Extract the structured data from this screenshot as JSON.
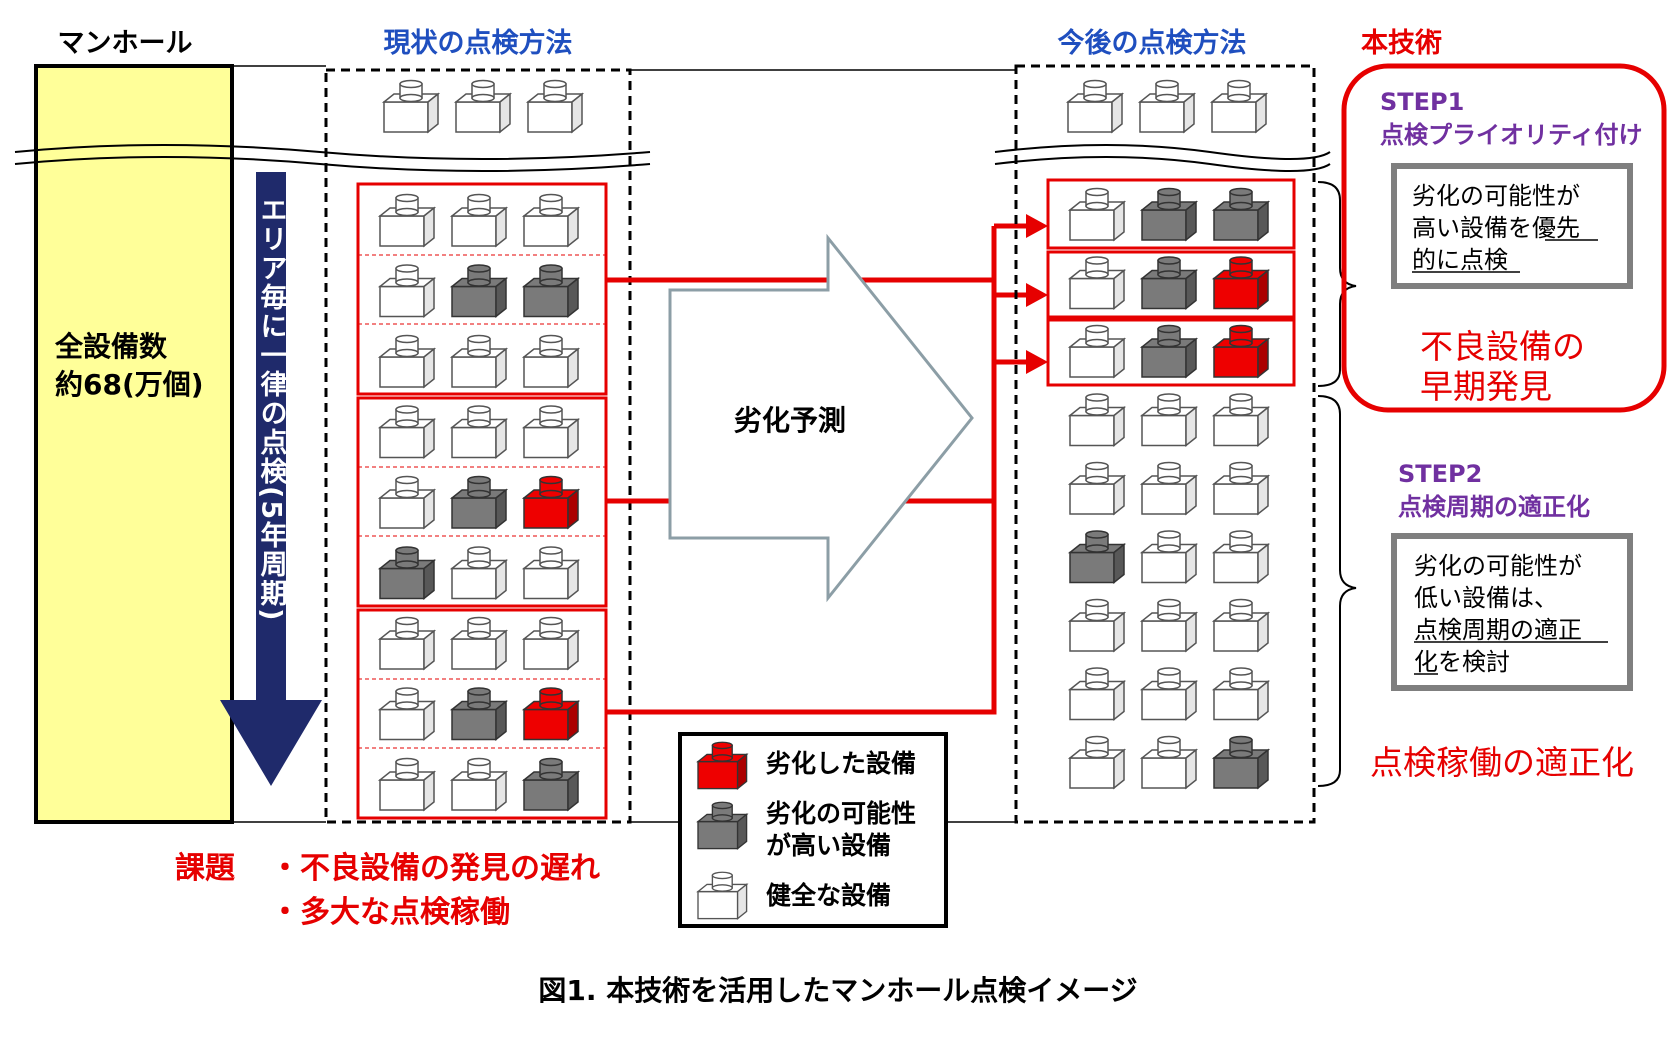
{
  "manhole": {
    "header": "マンホール",
    "total_line1": "全設備数",
    "total_line2": "約68(万個)"
  },
  "current_method": {
    "header": "現状の点検方法",
    "arrow_label": "エリア毎に一律の点検(5年周期)",
    "problem_label": "課題",
    "problems": [
      "・不良設備の発見の遅れ",
      "・多大な点検稼働"
    ]
  },
  "prediction": {
    "label": "劣化予測"
  },
  "future_method": {
    "header": "今後の点検方法"
  },
  "this_tech": {
    "header": "本技術",
    "step1": {
      "title_line1": "STEP1",
      "title_line2": "点検プライオリティ付け",
      "box_lines": [
        "劣化の可能性が",
        "高い設備を優先",
        "的に点検"
      ],
      "result_line1": "不良設備の",
      "result_line2": "早期発見"
    },
    "step2": {
      "title_line1": "STEP2",
      "title_line2": "点検周期の適正化",
      "box_lines": [
        "劣化の可能性が",
        "低い設備は、",
        "点検周期の適正",
        "化を検討"
      ],
      "result": "点検稼働の適正化"
    }
  },
  "legend": {
    "items": [
      {
        "label_lines": [
          "劣化した設備"
        ],
        "status": "degraded"
      },
      {
        "label_lines": [
          "劣化の可能性",
          "が高い設備"
        ],
        "status": "likely"
      },
      {
        "label_lines": [
          "健全な設備"
        ],
        "status": "healthy"
      }
    ]
  },
  "caption": "図1. 本技術を活用したマンホール点検イメージ",
  "colors": {
    "healthy": "#ffffff",
    "likely": "#7a7a7a",
    "degraded": "#ee0000",
    "red": "#e60000",
    "navy": "#1f2a6b",
    "yellow": "#ffff99",
    "purple": "#7030a0",
    "box_border": "#7f7f7f",
    "arrow_border": "#8c9ea6"
  },
  "grids": {
    "current_top": [
      "healthy",
      "healthy",
      "healthy"
    ],
    "current_rows": [
      [
        "healthy",
        "healthy",
        "healthy"
      ],
      [
        "healthy",
        "likely",
        "likely"
      ],
      [
        "healthy",
        "healthy",
        "healthy"
      ],
      [
        "healthy",
        "healthy",
        "healthy"
      ],
      [
        "healthy",
        "likely",
        "degraded"
      ],
      [
        "likely",
        "healthy",
        "healthy"
      ],
      [
        "healthy",
        "healthy",
        "healthy"
      ],
      [
        "healthy",
        "likely",
        "degraded"
      ],
      [
        "healthy",
        "healthy",
        "likely"
      ]
    ],
    "future_top": [
      "healthy",
      "healthy",
      "healthy"
    ],
    "future_rows": [
      [
        "healthy",
        "likely",
        "likely"
      ],
      [
        "healthy",
        "likely",
        "degraded"
      ],
      [
        "healthy",
        "likely",
        "degraded"
      ],
      [
        "healthy",
        "healthy",
        "healthy"
      ],
      [
        "healthy",
        "healthy",
        "healthy"
      ],
      [
        "likely",
        "healthy",
        "healthy"
      ],
      [
        "healthy",
        "healthy",
        "healthy"
      ],
      [
        "healthy",
        "healthy",
        "healthy"
      ],
      [
        "healthy",
        "healthy",
        "likely"
      ]
    ]
  }
}
